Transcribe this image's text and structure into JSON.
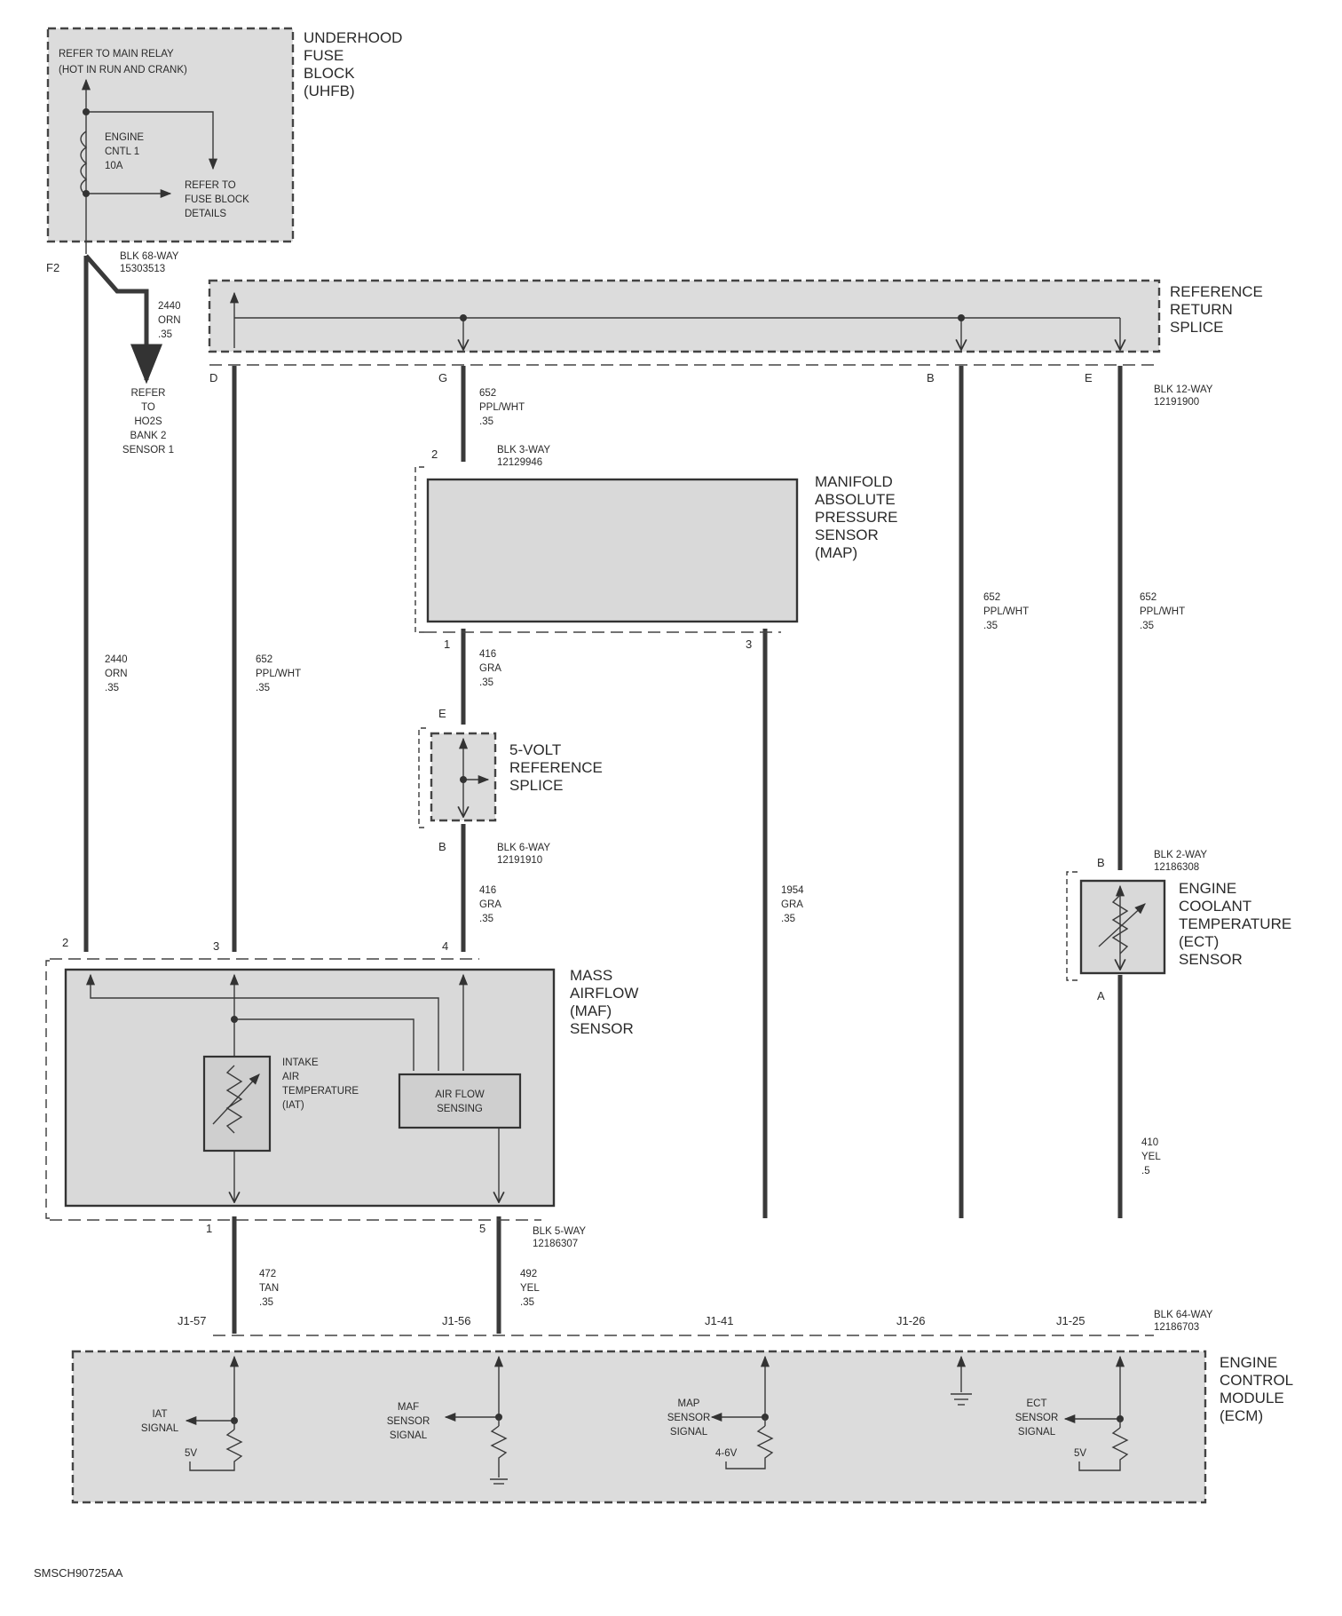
{
  "uhfb": {
    "title": [
      "UNDERHOOD",
      "FUSE",
      "BLOCK",
      "(UHFB)"
    ],
    "main_relay": [
      "REFER TO MAIN RELAY",
      "(HOT IN RUN AND CRANK)"
    ],
    "fuse": [
      "ENGINE",
      "CNTL 1",
      "10A"
    ],
    "fuse_details": [
      "REFER TO",
      "FUSE BLOCK",
      "DETAILS"
    ],
    "pin": "F2",
    "connector": [
      "BLK 68-WAY",
      "15303513"
    ]
  },
  "ho2s": {
    "wire": [
      "2440",
      "ORN",
      ".35"
    ],
    "ref": [
      "REFER",
      "TO",
      "HO2S",
      "BANK 2",
      "SENSOR 1"
    ]
  },
  "ref_return": {
    "title": [
      "REFERENCE",
      "RETURN",
      "SPLICE"
    ],
    "pins": [
      "D",
      "G",
      "B",
      "E"
    ],
    "connector": [
      "BLK 12-WAY",
      "12191900"
    ]
  },
  "map": {
    "title": [
      "MANIFOLD",
      "ABSOLUTE",
      "PRESSURE",
      "SENSOR",
      "(MAP)"
    ],
    "connector": [
      "BLK 3-WAY",
      "12129946"
    ],
    "pins": [
      "2",
      "1",
      "3"
    ]
  },
  "splice5v": {
    "title": [
      "5-VOLT",
      "REFERENCE",
      "SPLICE"
    ],
    "pins": [
      "E",
      "B"
    ],
    "connector": [
      "BLK 6-WAY",
      "12191910"
    ]
  },
  "ect": {
    "title": [
      "ENGINE",
      "COOLANT",
      "TEMPERATURE",
      "(ECT)",
      "SENSOR"
    ],
    "connector": [
      "BLK 2-WAY",
      "12186308"
    ],
    "pins": [
      "B",
      "A"
    ]
  },
  "maf": {
    "title": [
      "MASS",
      "AIRFLOW",
      "(MAF)",
      "SENSOR"
    ],
    "iat": [
      "INTAKE",
      "AIR",
      "TEMPERATURE",
      "(IAT)"
    ],
    "airflow": [
      "AIR FLOW",
      "SENSING"
    ],
    "top_pins": [
      "2",
      "3",
      "4"
    ],
    "bottom_pins": [
      "1",
      "5"
    ],
    "connector": [
      "BLK 5-WAY",
      "12186307"
    ]
  },
  "wires": {
    "w2440": [
      "2440",
      "ORN",
      ".35"
    ],
    "w652_a": [
      "652",
      "PPL/WHT",
      ".35"
    ],
    "w652_b": [
      "652",
      "PPL/WHT",
      ".35"
    ],
    "w652_c": [
      "652",
      "PPL/WHT",
      ".35"
    ],
    "w652_d": [
      "652",
      "PPL/WHT",
      ".35"
    ],
    "w416_a": [
      "416",
      "GRA",
      ".35"
    ],
    "w416_b": [
      "416",
      "GRA",
      ".35"
    ],
    "w1954": [
      "1954",
      "GRA",
      ".35"
    ],
    "w410": [
      "410",
      "YEL",
      ".5"
    ],
    "w472": [
      "472",
      "TAN",
      ".35"
    ],
    "w492": [
      "492",
      "YEL",
      ".35"
    ]
  },
  "ecm": {
    "title": [
      "ENGINE",
      "CONTROL",
      "MODULE",
      "(ECM)"
    ],
    "pins": [
      "J1-57",
      "J1-56",
      "J1-41",
      "J1-26",
      "J1-25"
    ],
    "connector": [
      "BLK 64-WAY",
      "12186703"
    ],
    "iat_signal": [
      "IAT",
      "SIGNAL"
    ],
    "maf_signal": [
      "MAF",
      "SENSOR",
      "SIGNAL"
    ],
    "map_signal": [
      "MAP",
      "SENSOR",
      "SIGNAL"
    ],
    "ect_signal": [
      "ECT",
      "SENSOR",
      "SIGNAL"
    ],
    "v5a": "5V",
    "v46": "4-6V",
    "v5b": "5V"
  },
  "figure_id": "SMSCH90725AA"
}
